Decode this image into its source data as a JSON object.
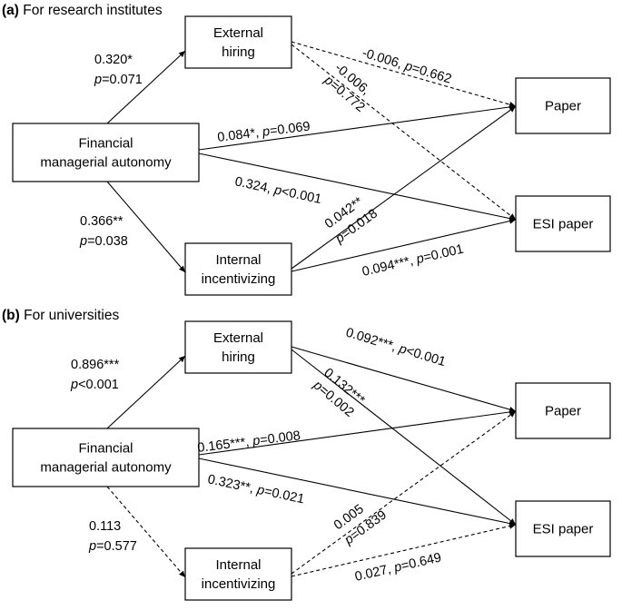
{
  "panels": [
    {
      "title_bold": "(a)",
      "title_rest": " For research institutes",
      "nodes": {
        "autonomy": [
          "Financial",
          "managerial autonomy"
        ],
        "hiring": [
          "External",
          "hiring"
        ],
        "incentivizing": [
          "Internal",
          "incentivizing"
        ],
        "paper": [
          "Paper"
        ],
        "esi": [
          "ESI paper"
        ]
      },
      "edges": [
        {
          "id": "auto_hiring",
          "dashed": false,
          "lines": [
            [
              {
                "t": "0.320*"
              }
            ],
            [
              {
                "t": "p",
                "i": true
              },
              {
                "t": "=0.071"
              }
            ]
          ]
        },
        {
          "id": "auto_incent",
          "dashed": false,
          "lines": [
            [
              {
                "t": "0.366**"
              }
            ],
            [
              {
                "t": "p",
                "i": true
              },
              {
                "t": "=0.038"
              }
            ]
          ]
        },
        {
          "id": "auto_paper",
          "dashed": false,
          "lines": [
            [
              {
                "t": "0.084*, "
              },
              {
                "t": "p",
                "i": true
              },
              {
                "t": "=0.069"
              }
            ]
          ]
        },
        {
          "id": "auto_esi",
          "dashed": false,
          "lines": [
            [
              {
                "t": "0.324, "
              },
              {
                "t": "p",
                "i": true
              },
              {
                "t": "<0.001"
              }
            ]
          ]
        },
        {
          "id": "hiring_paper",
          "dashed": true,
          "lines": [
            [
              {
                "t": "-0.006, "
              },
              {
                "t": "p",
                "i": true
              },
              {
                "t": "=0.662"
              }
            ]
          ]
        },
        {
          "id": "hiring_esi",
          "dashed": true,
          "lines": [
            [
              {
                "t": "-0.006,"
              }
            ],
            [
              {
                "t": "p",
                "i": true
              },
              {
                "t": "=0.772"
              }
            ]
          ]
        },
        {
          "id": "incent_paper",
          "dashed": false,
          "lines": [
            [
              {
                "t": "0.042**"
              }
            ],
            [
              {
                "t": "p",
                "i": true
              },
              {
                "t": "=0.018"
              }
            ]
          ]
        },
        {
          "id": "incent_esi",
          "dashed": false,
          "lines": [
            [
              {
                "t": "0.094***, "
              },
              {
                "t": "p",
                "i": true
              },
              {
                "t": "=0.001"
              }
            ]
          ]
        }
      ]
    },
    {
      "title_bold": "(b)",
      "title_rest": " For universities",
      "nodes": {
        "autonomy": [
          "Financial",
          "managerial autonomy"
        ],
        "hiring": [
          "External",
          "hiring"
        ],
        "incentivizing": [
          "Internal",
          "incentivizing"
        ],
        "paper": [
          "Paper"
        ],
        "esi": [
          "ESI paper"
        ]
      },
      "edges": [
        {
          "id": "auto_hiring",
          "dashed": false,
          "lines": [
            [
              {
                "t": "0.896***"
              }
            ],
            [
              {
                "t": "p",
                "i": true
              },
              {
                "t": "<0.001"
              }
            ]
          ]
        },
        {
          "id": "auto_incent",
          "dashed": true,
          "lines": [
            [
              {
                "t": "0.113"
              }
            ],
            [
              {
                "t": "p",
                "i": true
              },
              {
                "t": "=0.577"
              }
            ]
          ]
        },
        {
          "id": "auto_paper",
          "dashed": false,
          "lines": [
            [
              {
                "t": "0.165***, "
              },
              {
                "t": "p",
                "i": true
              },
              {
                "t": "=0.008"
              }
            ]
          ]
        },
        {
          "id": "auto_esi",
          "dashed": false,
          "lines": [
            [
              {
                "t": "0.323**, "
              },
              {
                "t": "p",
                "i": true
              },
              {
                "t": "=0.021"
              }
            ]
          ]
        },
        {
          "id": "hiring_paper",
          "dashed": false,
          "lines": [
            [
              {
                "t": "0.092***, "
              },
              {
                "t": "p",
                "i": true
              },
              {
                "t": "<0.001"
              }
            ]
          ]
        },
        {
          "id": "hiring_esi",
          "dashed": false,
          "lines": [
            [
              {
                "t": "0.132***"
              }
            ],
            [
              {
                "t": "p",
                "i": true
              },
              {
                "t": "=0.002"
              }
            ]
          ]
        },
        {
          "id": "incent_paper",
          "dashed": true,
          "lines": [
            [
              {
                "t": "0.005"
              }
            ],
            [
              {
                "t": "p",
                "i": true
              },
              {
                "t": "=0.839"
              }
            ]
          ]
        },
        {
          "id": "incent_esi",
          "dashed": true,
          "lines": [
            [
              {
                "t": "0.027, "
              },
              {
                "t": "p",
                "i": true
              },
              {
                "t": "=0.649"
              }
            ]
          ]
        }
      ]
    }
  ]
}
